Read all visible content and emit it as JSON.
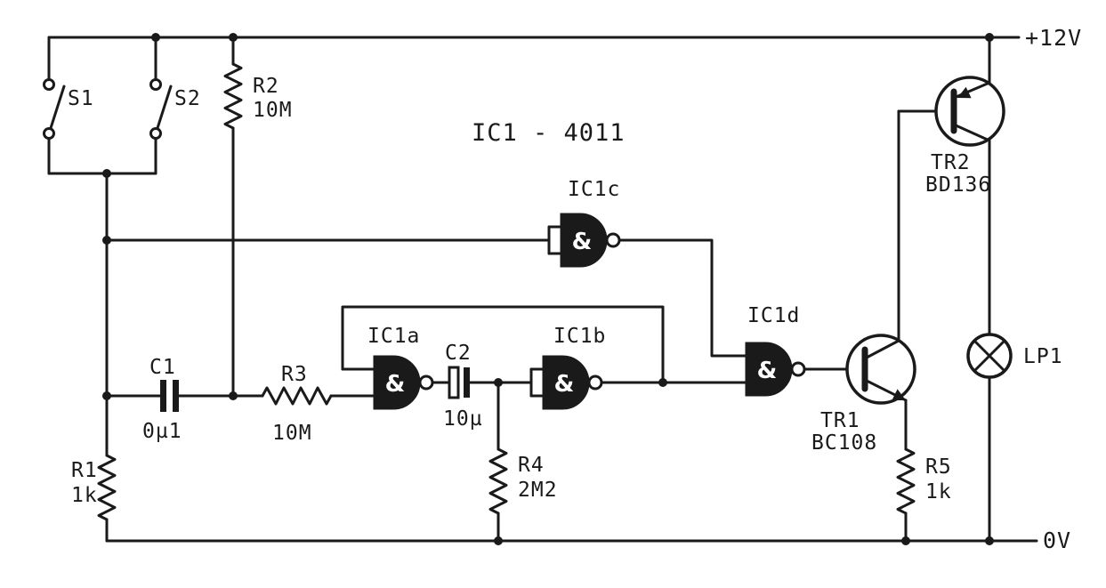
{
  "diagram": {
    "title": "IC1 - 4011",
    "rails": {
      "positive_label": "+12V",
      "negative_label": "0V"
    },
    "switches": {
      "s1": {
        "name": "S1"
      },
      "s2": {
        "name": "S2"
      }
    },
    "resistors": {
      "r1": {
        "name": "R1",
        "value": "1k"
      },
      "r2": {
        "name": "R2",
        "value": "10M"
      },
      "r3": {
        "name": "R3",
        "value": "10M"
      },
      "r4": {
        "name": "R4",
        "value": "2M2"
      },
      "r5": {
        "name": "R5",
        "value": "1k"
      }
    },
    "capacitors": {
      "c1": {
        "name": "C1",
        "value": "0µ1"
      },
      "c2": {
        "name": "C2",
        "value": "10µ"
      }
    },
    "gates": {
      "ic1a": {
        "name": "IC1a",
        "symbol": "&"
      },
      "ic1b": {
        "name": "IC1b",
        "symbol": "&"
      },
      "ic1c": {
        "name": "IC1c",
        "symbol": "&"
      },
      "ic1d": {
        "name": "IC1d",
        "symbol": "&"
      }
    },
    "transistors": {
      "tr1": {
        "name": "TR1",
        "value": "BC108"
      },
      "tr2": {
        "name": "TR2",
        "value": "BD136"
      }
    },
    "lamp": {
      "name": "LP1"
    },
    "colors": {
      "ink": "#1a1a1a",
      "paper": "#ffffff"
    }
  }
}
